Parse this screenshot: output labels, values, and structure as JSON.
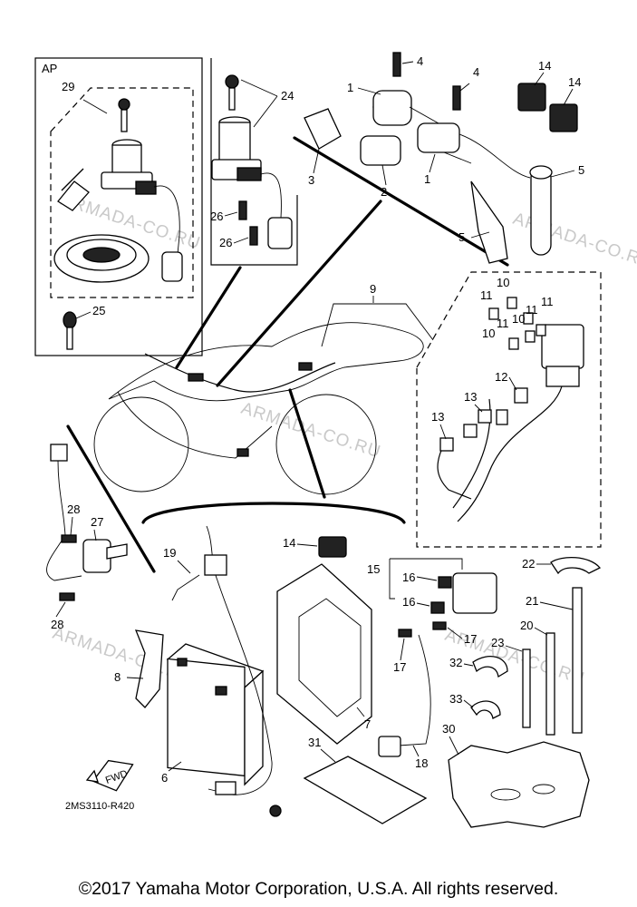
{
  "header": {
    "group_label": "AP"
  },
  "callouts": {
    "c1a": "1",
    "c1b": "1",
    "c2": "2",
    "c3": "3",
    "c4a": "4",
    "c4b": "4",
    "c5a": "5",
    "c5b": "5",
    "c6": "6",
    "c7": "7",
    "c8": "8",
    "c9": "9",
    "c10a": "10",
    "c10b": "10",
    "c10c": "10",
    "c11a": "11",
    "c11b": "11",
    "c11c": "11",
    "c11d": "11",
    "c12": "12",
    "c13a": "13",
    "c13b": "13",
    "c14a": "14",
    "c14b": "14",
    "c14c": "14",
    "c15": "15",
    "c16a": "16",
    "c16b": "16",
    "c17a": "17",
    "c17b": "17",
    "c18": "18",
    "c19": "19",
    "c20": "20",
    "c21": "21",
    "c22": "22",
    "c23": "23",
    "c24": "24",
    "c25": "25",
    "c26a": "26",
    "c26b": "26",
    "c27": "27",
    "c28a": "28",
    "c28b": "28",
    "c29": "29",
    "c30": "30",
    "c31": "31",
    "c32": "32",
    "c33": "33"
  },
  "direction_badge": "FWD",
  "drawing_code": "2MS3110-R420",
  "watermark": "ARMADA-CO.RU",
  "footer": {
    "copyright": "©2017 Yamaha Motor Corporation, U.S.A. All rights reserved."
  }
}
